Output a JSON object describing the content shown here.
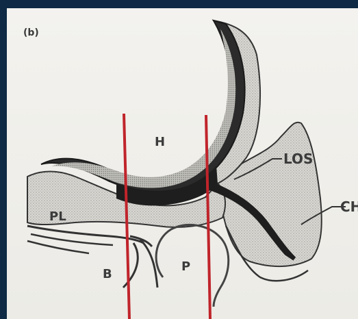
{
  "figure": {
    "panel_label": "(b)",
    "labels": {
      "H": "H",
      "PL": "PL",
      "LOS": "LOS",
      "CH": "CH",
      "B": "B",
      "P": "P"
    }
  },
  "colors": {
    "background_frame": "#0e2a44",
    "paper": "#eeede9",
    "ink": "#1a1a1a",
    "stipple": "#c9c9c4",
    "red_lines": "#c0242b"
  }
}
